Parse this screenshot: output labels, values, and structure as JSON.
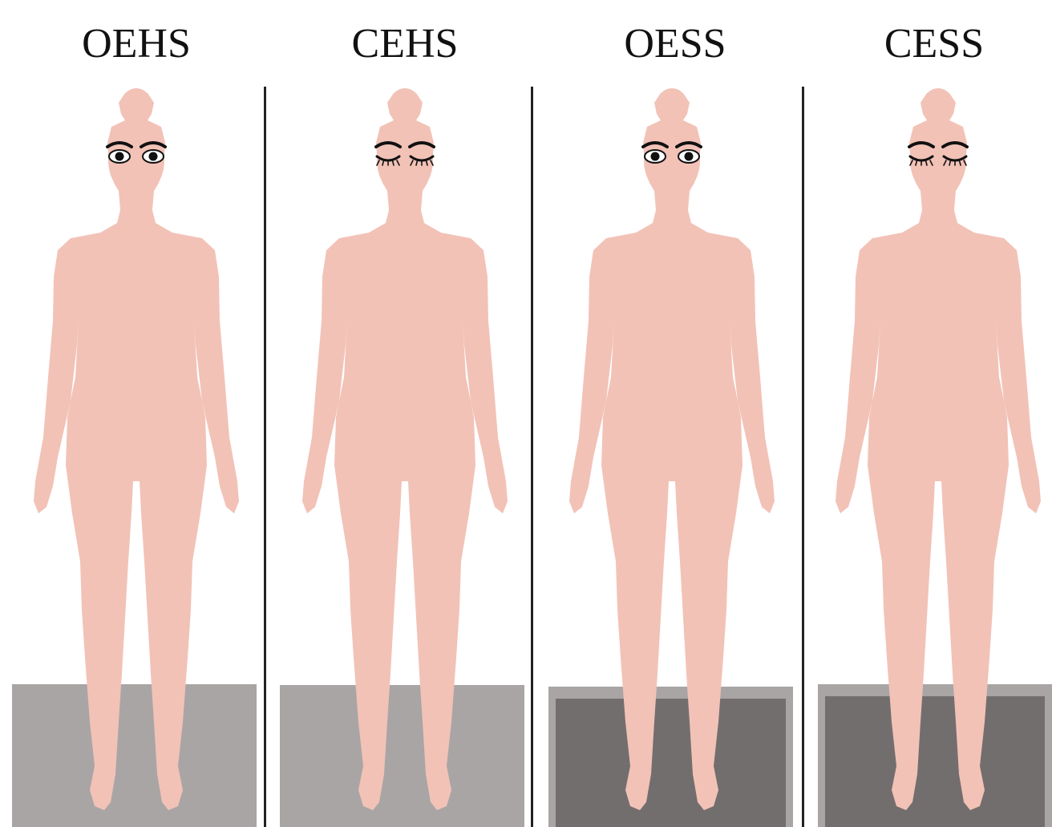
{
  "panels": [
    {
      "label": "OEHS",
      "eyes": "open",
      "surface": "hard"
    },
    {
      "label": "CEHS",
      "eyes": "closed",
      "surface": "hard"
    },
    {
      "label": "OESS",
      "eyes": "open",
      "surface": "soft"
    },
    {
      "label": "CESS",
      "eyes": "closed",
      "surface": "soft"
    }
  ],
  "colors": {
    "skin": "#F2C2B7",
    "hard_surface": "#A9A5A5",
    "soft_surface_rim": "#A9A5A5",
    "soft_surface_core": "#736E6E",
    "divider": "#222222",
    "eye": "#111111"
  }
}
